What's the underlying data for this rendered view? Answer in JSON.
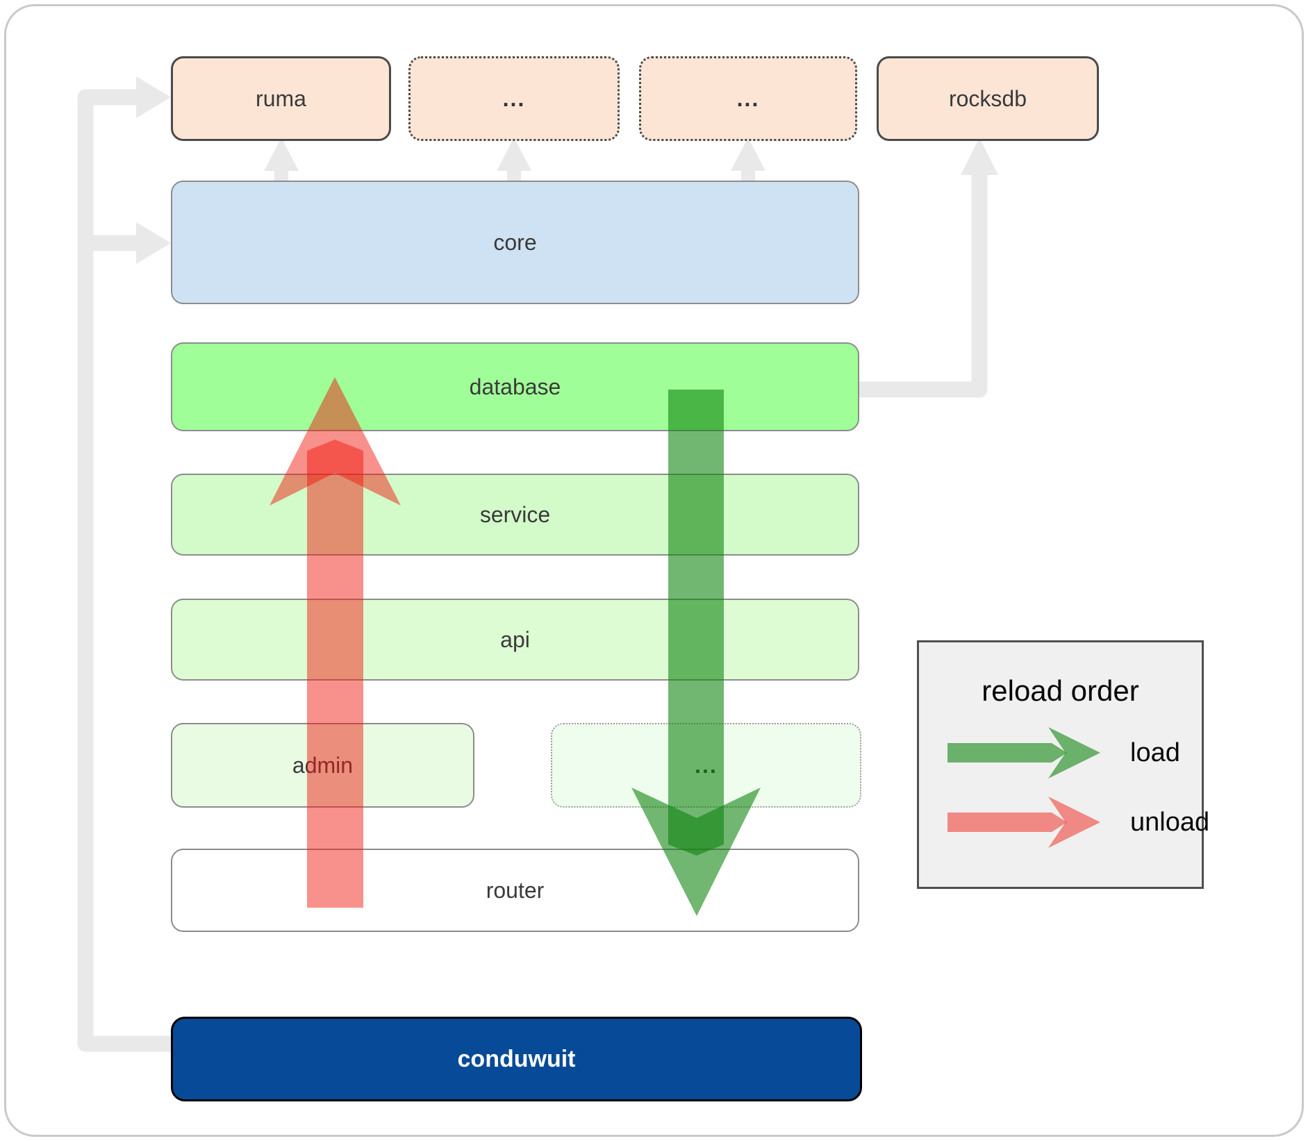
{
  "boxes": {
    "ruma": {
      "label": "ruma"
    },
    "ellipsis_top_1": {
      "label": "..."
    },
    "ellipsis_top_2": {
      "label": "..."
    },
    "rocksdb": {
      "label": "rocksdb"
    },
    "core": {
      "label": "core"
    },
    "database": {
      "label": "database"
    },
    "service": {
      "label": "service"
    },
    "api": {
      "label": "api"
    },
    "admin": {
      "label": "admin"
    },
    "ellipsis_admin_row": {
      "label": "..."
    },
    "router": {
      "label": "router"
    },
    "conduwuit": {
      "label": "conduwuit"
    }
  },
  "legend": {
    "title": "reload order",
    "items": [
      {
        "label": "load",
        "arrow_icon": "green-right-arrow",
        "color": "#0a820a"
      },
      {
        "label": "unload",
        "arrow_icon": "red-right-arrow",
        "color": "#f1170d"
      }
    ]
  },
  "flows": [
    {
      "name": "load",
      "direction": "down",
      "from": "database",
      "to": "router",
      "color": "#0a820a"
    },
    {
      "name": "unload",
      "direction": "up",
      "from": "router",
      "to": "database",
      "color": "#f1170d"
    }
  ],
  "connectors": {
    "color": "#e9e9e9",
    "paths": [
      "conduwuit-to-ruma",
      "conduwuit-to-core",
      "core-to-ruma",
      "core-to-ellipsis-1",
      "core-to-ellipsis-2",
      "database-to-rocksdb"
    ]
  },
  "palette": {
    "peach": "#fce5d5",
    "core_blue": "#cfe2f3",
    "database_green": "#a0fe98",
    "service_green": "#d3fac9",
    "api_green": "#defcd4",
    "admin_green": "#e9fce3",
    "conduwuit_blue": "#074a97",
    "legend_bg": "#f0f0f0"
  }
}
